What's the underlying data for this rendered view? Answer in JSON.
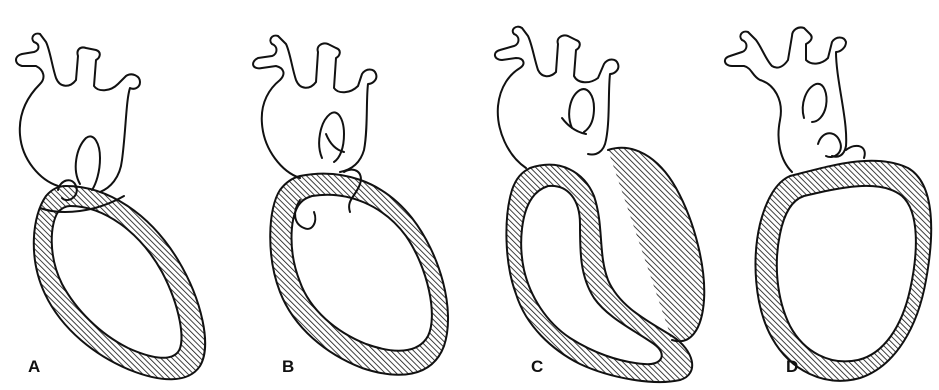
{
  "figure": {
    "panels": [
      {
        "label": "A"
      },
      {
        "label": "B"
      },
      {
        "label": "C"
      },
      {
        "label": "D"
      }
    ],
    "colors": {
      "ink": "#111111",
      "background": "#ffffff",
      "hatch_fill": "#111111"
    }
  }
}
